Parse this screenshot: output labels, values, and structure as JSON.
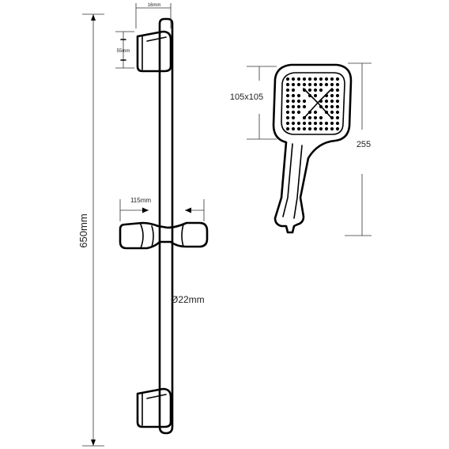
{
  "dimensions": {
    "total_length": "650mm",
    "bracket_width": "16mm",
    "bracket_height": "55mm",
    "slider_width": "115mm",
    "rail_diameter": "Ø22mm",
    "head_size": "105x105",
    "handset_length": "255"
  }
}
